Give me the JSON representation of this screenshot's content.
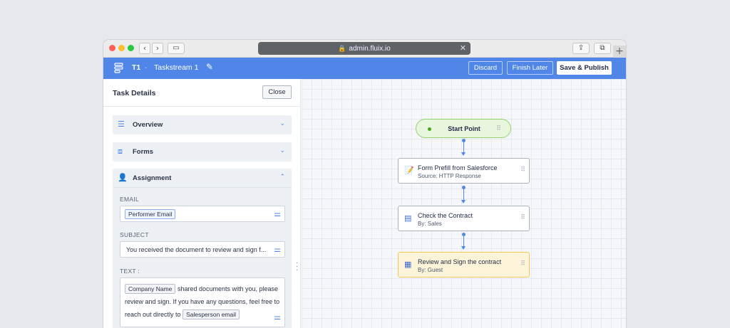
{
  "browser": {
    "url": "admin.fluix.io"
  },
  "header": {
    "breadcrumb_project": "T1",
    "breadcrumb_separator": "·",
    "breadcrumb_taskstream": "Taskstream 1",
    "discard_label": "Discard",
    "finish_later_label": "Finish Later",
    "publish_label": "Save & Publish"
  },
  "panel": {
    "title": "Task Details",
    "close_label": "Close",
    "sections": {
      "overview": "Overview",
      "forms": "Forms",
      "assignment": "Assignment"
    },
    "email_label": "EMAIL",
    "email_chip": "Performer Email",
    "subject_label": "SUBJECT",
    "subject_value": "You received the document to review and sign f...",
    "text_label": "TEXT :",
    "text_chip_1": "Company Name",
    "text_part_1": "shared documents with you, please review and sign. If you have any questions, feel free to reach out directly to",
    "text_chip_2": "Salesperson email"
  },
  "canvas": {
    "start_label": "Start Point",
    "nodes": [
      {
        "title": "Form Prefill from Salesforce",
        "subtitle": "Source: HTTP Response"
      },
      {
        "title": "Check the Contract",
        "subtitle": "By: Sales"
      },
      {
        "title": "Review and Sign the contract",
        "subtitle": "By: Guest"
      }
    ]
  },
  "colors": {
    "accent": "#4f86e7",
    "start_bg": "#e8f6de",
    "selected_node_bg": "#fdf4d9",
    "selected_node_border": "#f2c85b"
  }
}
